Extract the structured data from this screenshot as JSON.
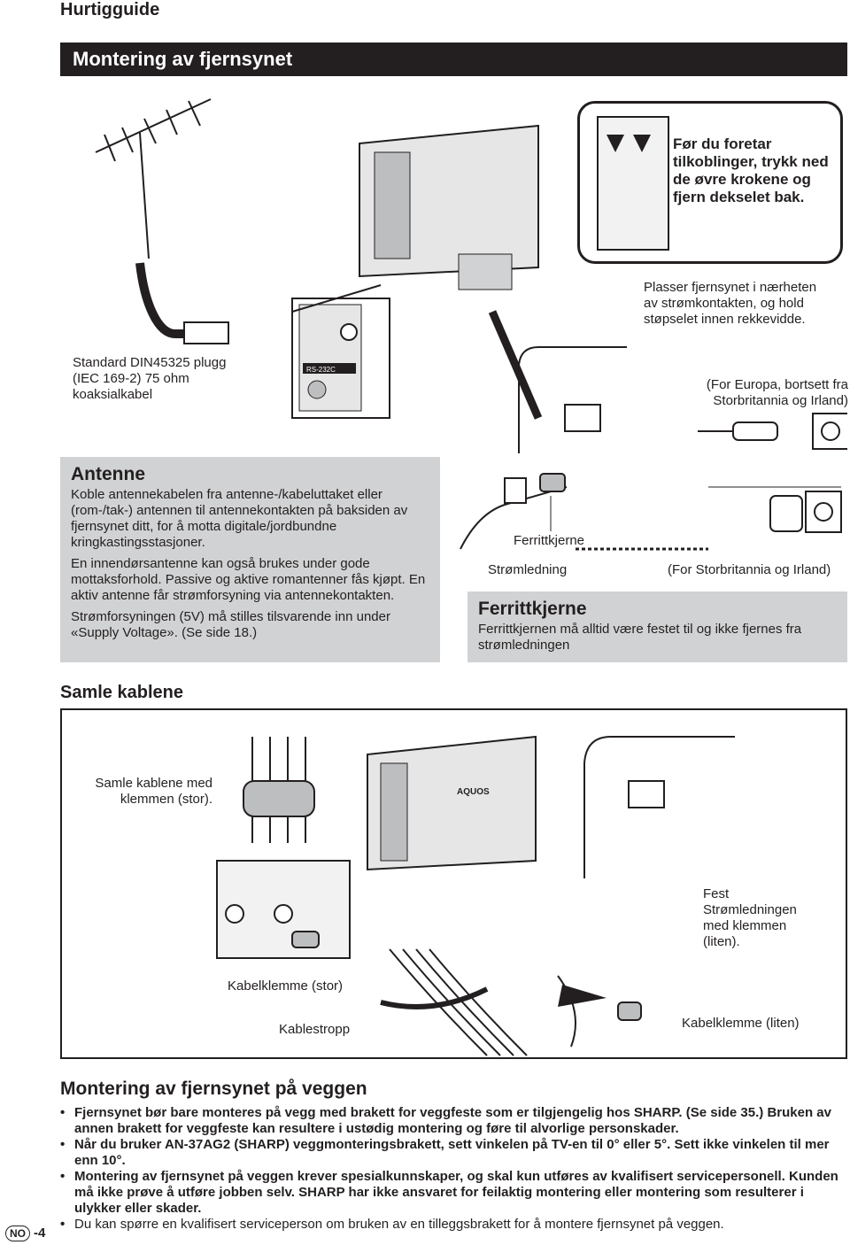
{
  "header": {
    "title": "Hurtigguide"
  },
  "section_title": "Montering av fjernsynet",
  "callout_text": "Før du foretar tilkoblinger, trykk ned de øvre krokene og fjern dekselet bak.",
  "labels": {
    "plug_standard": "Standard DIN45325 plugg (IEC 169-2) 75 ohm koaksialkabel",
    "place_near_outlet": "Plasser fjernsynet i nærheten av strømkontakten, og hold støpselet innen rekkevidde.",
    "europe_note": "(For Europa, bortsett fra Storbritannia og Irland)",
    "ferrite_label": "Ferrittkjerne",
    "power_cord_label": "Strømledning",
    "uk_note": "(For Storbritannia og Irland)",
    "rs232c": "RS-232C"
  },
  "antenna": {
    "title": "Antenne",
    "paragraphs": [
      "Koble antennekabelen fra antenne-/kabeluttaket eller (rom-/tak-) antennen til antennekontakten på baksiden av fjernsynet ditt, for å motta digitale/jordbundne kringkastingsstasjoner.",
      "En innendørsantenne kan også brukes under gode mottaksforhold. Passive og aktive romantenner fås kjøpt. En aktiv antenne får strømforsyning via antennekontakten.",
      "Strømforsyningen (5V) må stilles tilsvarende inn under «Supply Voltage». (Se side 18.)"
    ]
  },
  "ferrite": {
    "title": "Ferrittkjerne",
    "text": "Ferrittkjernen må alltid være festet til og ikke fjernes fra strømledningen"
  },
  "bundle": {
    "title": "Samle kablene",
    "clamp_large": "Samle kablene med klemmen (stor).",
    "fasten_small": "Fest Strømledningen med klemmen (liten).",
    "cable_clamp_large": "Kabelklemme (stor)",
    "cable_tie": "Kablestropp",
    "cable_clamp_small": "Kabelklemme (liten)",
    "aquos": "AQUOS"
  },
  "wall": {
    "title": "Montering av fjernsynet på veggen",
    "bullets": [
      "Fjernsynet bør bare monteres på vegg med brakett for veggfeste som er tilgjengelig hos SHARP. (Se side 35.) Bruken av annen brakett for veggfeste kan resultere i ustødig montering og føre til alvorlige personskader.",
      "Når du bruker AN-37AG2 (SHARP) veggmonteringsbrakett, sett vinkelen på TV-en til 0° eller 5°. Sett ikke vinkelen til mer enn 10°.",
      "Montering av fjernsynet på veggen krever spesialkunnskaper, og skal kun utføres av kvalifisert servicepersonell. Kunden må ikke prøve å utføre jobben selv. SHARP har ikke ansvaret for feilaktig montering eller montering som resulterer i ulykker eller skader.",
      "Du kan spørre en kvalifisert serviceperson om bruken av en tilleggsbrakett for å montere fjernsynet på veggen."
    ]
  },
  "footer": {
    "badge": "NO",
    "page": "-4"
  }
}
